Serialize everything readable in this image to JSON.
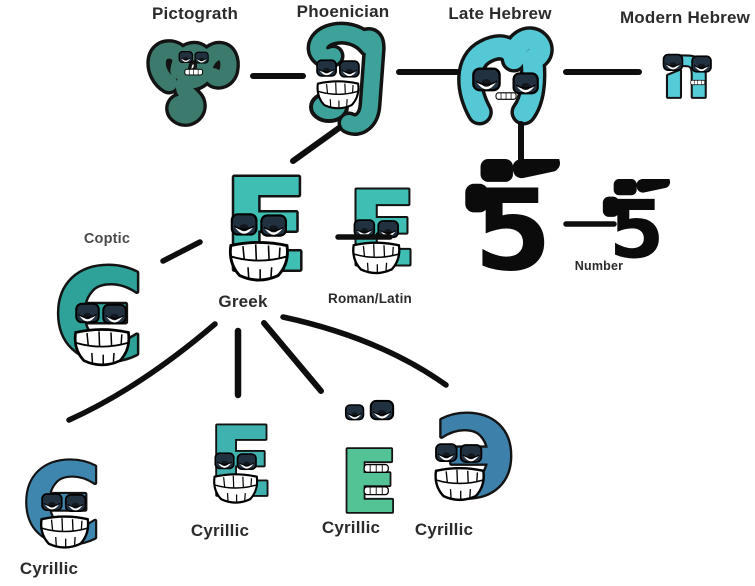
{
  "palette": {
    "background": "#ffffff",
    "outline": "#131313",
    "eyelid": "#223140",
    "pupil": "#12171d",
    "teeth": "#ffffff",
    "arrow": "#0e0e0e",
    "label_color": "#2b2b2b"
  },
  "nodes": {
    "pictograth": {
      "label": "Pictograth",
      "color": "#3b7a6c"
    },
    "phoenician": {
      "label": "Phoenician",
      "color": "#3da29a"
    },
    "late_hebrew": {
      "label": "Late Hebrew",
      "color": "#55c8d6"
    },
    "modern_hebrew": {
      "label": "Modern Hebrew",
      "color": "#55cbd8",
      "glyph": "ה"
    },
    "greek": {
      "label": "Greek",
      "color": "#3fbfb4",
      "glyph": "E"
    },
    "roman_latin": {
      "label": "Roman/Latin",
      "color": "#3fbfb4",
      "glyph": "E"
    },
    "number": {
      "label": "Number",
      "color": "#0b0b0b",
      "glyph": "5"
    },
    "coptic": {
      "label": "Coptic",
      "color": "#2ea298",
      "glyph": "Є"
    },
    "cyrillic_ie": {
      "label": "Cyrillic",
      "color": "#3f86ae",
      "glyph": "Є"
    },
    "cyrillic_e": {
      "label": "Cyrillic",
      "color": "#3fb2b0",
      "glyph": "E"
    },
    "cyrillic_yo": {
      "label": "Cyrillic",
      "color": "#53c295",
      "glyph": "E"
    },
    "cyrillic_e_reversed": {
      "label": "Cyrillic",
      "color": "#3d81aa",
      "glyph": "Э"
    }
  },
  "edges": [
    {
      "from": "pictograth",
      "to": "phoenician"
    },
    {
      "from": "phoenician",
      "to": "late_hebrew"
    },
    {
      "from": "late_hebrew",
      "to": "modern_hebrew"
    },
    {
      "from": "phoenician",
      "to": "greek"
    },
    {
      "from": "late_hebrew",
      "to": "number"
    },
    {
      "from": "greek",
      "to": "roman_latin"
    },
    {
      "from": "number",
      "to": "number_small"
    },
    {
      "from": "greek",
      "to": "coptic"
    },
    {
      "from": "greek",
      "to": "cyrillic_ie"
    },
    {
      "from": "greek",
      "to": "cyrillic_e"
    },
    {
      "from": "greek",
      "to": "cyrillic_yo"
    },
    {
      "from": "greek",
      "to": "cyrillic_e_reversed"
    }
  ]
}
